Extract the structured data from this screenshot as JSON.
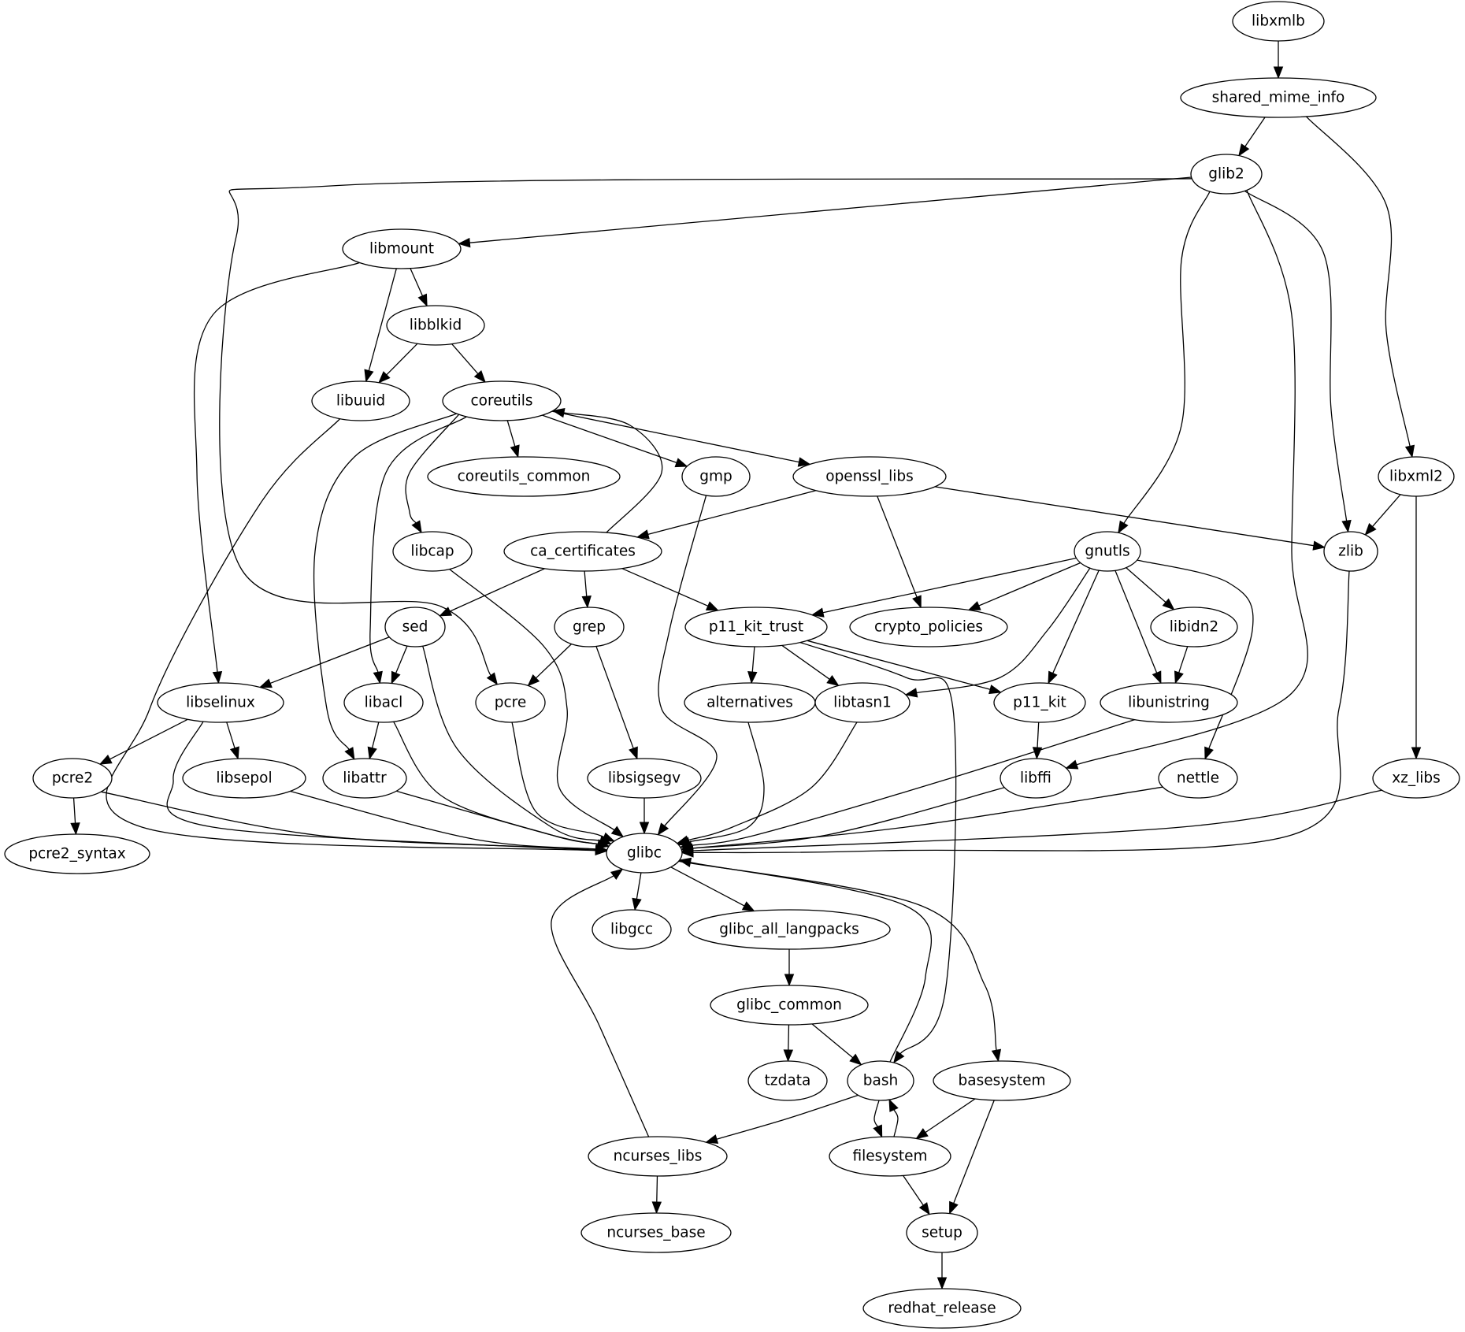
{
  "title": "Package dependency graph",
  "nodes": [
    {
      "id": "libxmlb",
      "label": "libxmlb"
    },
    {
      "id": "shared_mime_info",
      "label": "shared_mime_info"
    },
    {
      "id": "glib2",
      "label": "glib2"
    },
    {
      "id": "libmount",
      "label": "libmount"
    },
    {
      "id": "libblkid",
      "label": "libblkid"
    },
    {
      "id": "libuuid",
      "label": "libuuid"
    },
    {
      "id": "coreutils",
      "label": "coreutils"
    },
    {
      "id": "coreutils_common",
      "label": "coreutils_common"
    },
    {
      "id": "gmp",
      "label": "gmp"
    },
    {
      "id": "openssl_libs",
      "label": "openssl_libs"
    },
    {
      "id": "libxml2",
      "label": "libxml2"
    },
    {
      "id": "libcap",
      "label": "libcap"
    },
    {
      "id": "ca_certificates",
      "label": "ca_certificates"
    },
    {
      "id": "gnutls",
      "label": "gnutls"
    },
    {
      "id": "zlib",
      "label": "zlib"
    },
    {
      "id": "sed",
      "label": "sed"
    },
    {
      "id": "grep",
      "label": "grep"
    },
    {
      "id": "p11_kit_trust",
      "label": "p11_kit_trust"
    },
    {
      "id": "crypto_policies",
      "label": "crypto_policies"
    },
    {
      "id": "libidn2",
      "label": "libidn2"
    },
    {
      "id": "libselinux",
      "label": "libselinux"
    },
    {
      "id": "libacl",
      "label": "libacl"
    },
    {
      "id": "pcre",
      "label": "pcre"
    },
    {
      "id": "alternatives",
      "label": "alternatives"
    },
    {
      "id": "libtasn1",
      "label": "libtasn1"
    },
    {
      "id": "p11_kit",
      "label": "p11_kit"
    },
    {
      "id": "libunistring",
      "label": "libunistring"
    },
    {
      "id": "pcre2",
      "label": "pcre2"
    },
    {
      "id": "libsepol",
      "label": "libsepol"
    },
    {
      "id": "libattr",
      "label": "libattr"
    },
    {
      "id": "libsigsegv",
      "label": "libsigsegv"
    },
    {
      "id": "libffi",
      "label": "libffi"
    },
    {
      "id": "nettle",
      "label": "nettle"
    },
    {
      "id": "xz_libs",
      "label": "xz_libs"
    },
    {
      "id": "pcre2_syntax",
      "label": "pcre2_syntax"
    },
    {
      "id": "glibc",
      "label": "glibc"
    },
    {
      "id": "libgcc",
      "label": "libgcc"
    },
    {
      "id": "glibc_all_langpacks",
      "label": "glibc_all_langpacks"
    },
    {
      "id": "glibc_common",
      "label": "glibc_common"
    },
    {
      "id": "tzdata",
      "label": "tzdata"
    },
    {
      "id": "bash",
      "label": "bash"
    },
    {
      "id": "basesystem",
      "label": "basesystem"
    },
    {
      "id": "ncurses_libs",
      "label": "ncurses_libs"
    },
    {
      "id": "filesystem",
      "label": "filesystem"
    },
    {
      "id": "ncurses_base",
      "label": "ncurses_base"
    },
    {
      "id": "setup",
      "label": "setup"
    },
    {
      "id": "redhat_release",
      "label": "redhat_release"
    }
  ],
  "edges": [
    [
      "libxmlb",
      "shared_mime_info"
    ],
    [
      "shared_mime_info",
      "glib2"
    ],
    [
      "shared_mime_info",
      "libxml2"
    ],
    [
      "glib2",
      "libmount"
    ],
    [
      "glib2",
      "pcre"
    ],
    [
      "glib2",
      "gnutls"
    ],
    [
      "glib2",
      "libffi"
    ],
    [
      "glib2",
      "zlib"
    ],
    [
      "libmount",
      "libblkid"
    ],
    [
      "libmount",
      "libuuid"
    ],
    [
      "libmount",
      "libselinux"
    ],
    [
      "libblkid",
      "libuuid"
    ],
    [
      "libblkid",
      "coreutils"
    ],
    [
      "libuuid",
      "glibc"
    ],
    [
      "coreutils",
      "coreutils_common"
    ],
    [
      "coreutils",
      "gmp"
    ],
    [
      "coreutils",
      "openssl_libs"
    ],
    [
      "coreutils",
      "libcap"
    ],
    [
      "coreutils",
      "libacl"
    ],
    [
      "coreutils",
      "libattr"
    ],
    [
      "openssl_libs",
      "ca_certificates"
    ],
    [
      "openssl_libs",
      "crypto_policies"
    ],
    [
      "openssl_libs",
      "zlib"
    ],
    [
      "ca_certificates",
      "coreutils"
    ],
    [
      "ca_certificates",
      "sed"
    ],
    [
      "ca_certificates",
      "grep"
    ],
    [
      "ca_certificates",
      "p11_kit_trust"
    ],
    [
      "gmp",
      "glibc"
    ],
    [
      "libcap",
      "glibc"
    ],
    [
      "libxml2",
      "zlib"
    ],
    [
      "libxml2",
      "xz_libs"
    ],
    [
      "zlib",
      "glibc"
    ],
    [
      "gnutls",
      "p11_kit_trust"
    ],
    [
      "gnutls",
      "crypto_policies"
    ],
    [
      "gnutls",
      "libidn2"
    ],
    [
      "gnutls",
      "libtasn1"
    ],
    [
      "gnutls",
      "p11_kit"
    ],
    [
      "gnutls",
      "libunistring"
    ],
    [
      "gnutls",
      "nettle"
    ],
    [
      "libidn2",
      "libunistring"
    ],
    [
      "sed",
      "libselinux"
    ],
    [
      "sed",
      "libacl"
    ],
    [
      "sed",
      "glibc"
    ],
    [
      "grep",
      "pcre"
    ],
    [
      "grep",
      "libsigsegv"
    ],
    [
      "p11_kit_trust",
      "alternatives"
    ],
    [
      "p11_kit_trust",
      "libtasn1"
    ],
    [
      "p11_kit_trust",
      "p11_kit"
    ],
    [
      "p11_kit_trust",
      "bash"
    ],
    [
      "libselinux",
      "pcre2"
    ],
    [
      "libselinux",
      "libsepol"
    ],
    [
      "libselinux",
      "glibc"
    ],
    [
      "libacl",
      "libattr"
    ],
    [
      "libacl",
      "glibc"
    ],
    [
      "pcre",
      "glibc"
    ],
    [
      "alternatives",
      "glibc"
    ],
    [
      "libtasn1",
      "glibc"
    ],
    [
      "p11_kit",
      "libffi"
    ],
    [
      "libunistring",
      "glibc"
    ],
    [
      "pcre2",
      "pcre2_syntax"
    ],
    [
      "pcre2",
      "glibc"
    ],
    [
      "libsepol",
      "glibc"
    ],
    [
      "libattr",
      "glibc"
    ],
    [
      "libsigsegv",
      "glibc"
    ],
    [
      "libffi",
      "glibc"
    ],
    [
      "nettle",
      "glibc"
    ],
    [
      "xz_libs",
      "glibc"
    ],
    [
      "glibc",
      "libgcc"
    ],
    [
      "glibc",
      "glibc_all_langpacks"
    ],
    [
      "glibc",
      "basesystem"
    ],
    [
      "glibc_all_langpacks",
      "glibc_common"
    ],
    [
      "glibc_common",
      "tzdata"
    ],
    [
      "glibc_common",
      "bash"
    ],
    [
      "bash",
      "glibc"
    ],
    [
      "bash",
      "ncurses_libs"
    ],
    [
      "bash",
      "filesystem"
    ],
    [
      "filesystem",
      "bash"
    ],
    [
      "basesystem",
      "filesystem"
    ],
    [
      "basesystem",
      "setup"
    ],
    [
      "ncurses_libs",
      "glibc"
    ],
    [
      "ncurses_libs",
      "ncurses_base"
    ],
    [
      "filesystem",
      "setup"
    ],
    [
      "setup",
      "redhat_release"
    ]
  ]
}
